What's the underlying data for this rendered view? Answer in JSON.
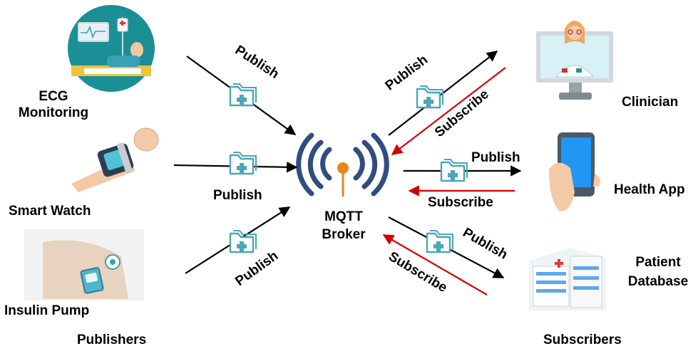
{
  "publishers": {
    "ecg": "ECG\nMonitoring",
    "watch": "Smart Watch",
    "pump": "Insulin Pump",
    "group_label": "Publishers"
  },
  "broker": {
    "label": "MQTT\nBroker",
    "accent": "#e8861c",
    "wave_color": "#2f4d7f"
  },
  "subscribers": {
    "clinician": "Clinician",
    "health_app": "Health App",
    "database": "Patient\nDatabase",
    "group_label": "Subscribers"
  },
  "flows": {
    "publish": "Publish",
    "subscribe": "Subscribe"
  },
  "colors": {
    "publish_arrow": "#000000",
    "subscribe_arrow": "#d40000",
    "folder": "#4aa6b8"
  },
  "icons": [
    "ecg-monitoring-icon",
    "smart-watch-icon",
    "insulin-pump-icon",
    "mqtt-broker-icon",
    "clinician-icon",
    "health-app-icon",
    "patient-database-icon",
    "folder-plus-icon"
  ]
}
